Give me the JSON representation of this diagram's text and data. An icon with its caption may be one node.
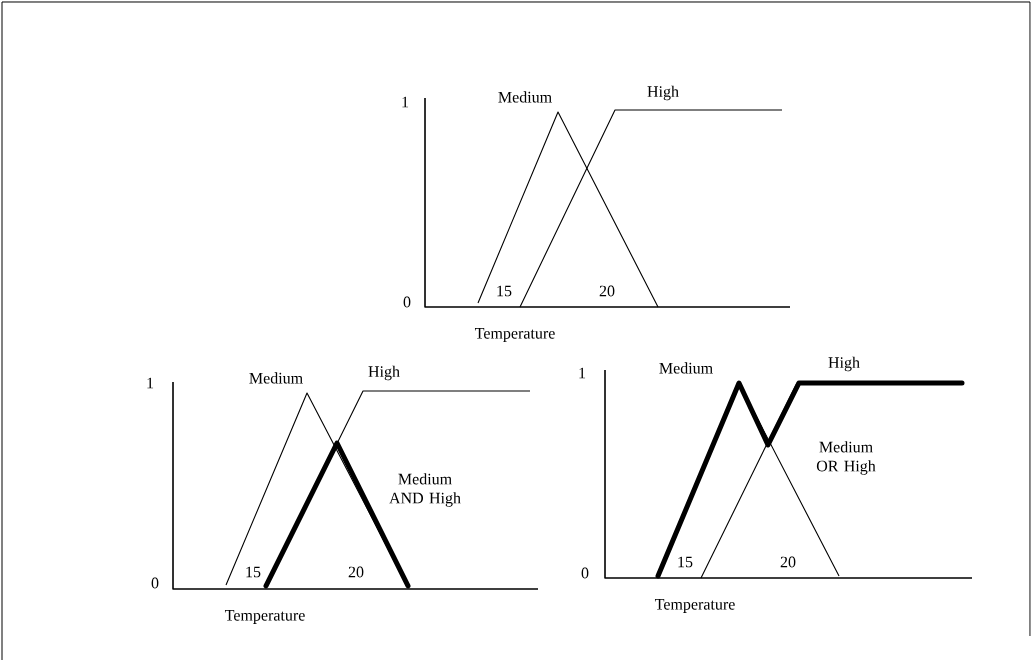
{
  "diagram": {
    "labels": [
      "1",
      "Medium",
      "High",
      "0",
      "15",
      "20",
      "Temperature",
      "1",
      "Medium",
      "High",
      "Medium AND High",
      "0",
      "15",
      "20",
      "Temperature",
      "1",
      "Medium",
      "High",
      "Medium OR High",
      "0",
      "15",
      "20",
      "Temperature"
    ]
  }
}
